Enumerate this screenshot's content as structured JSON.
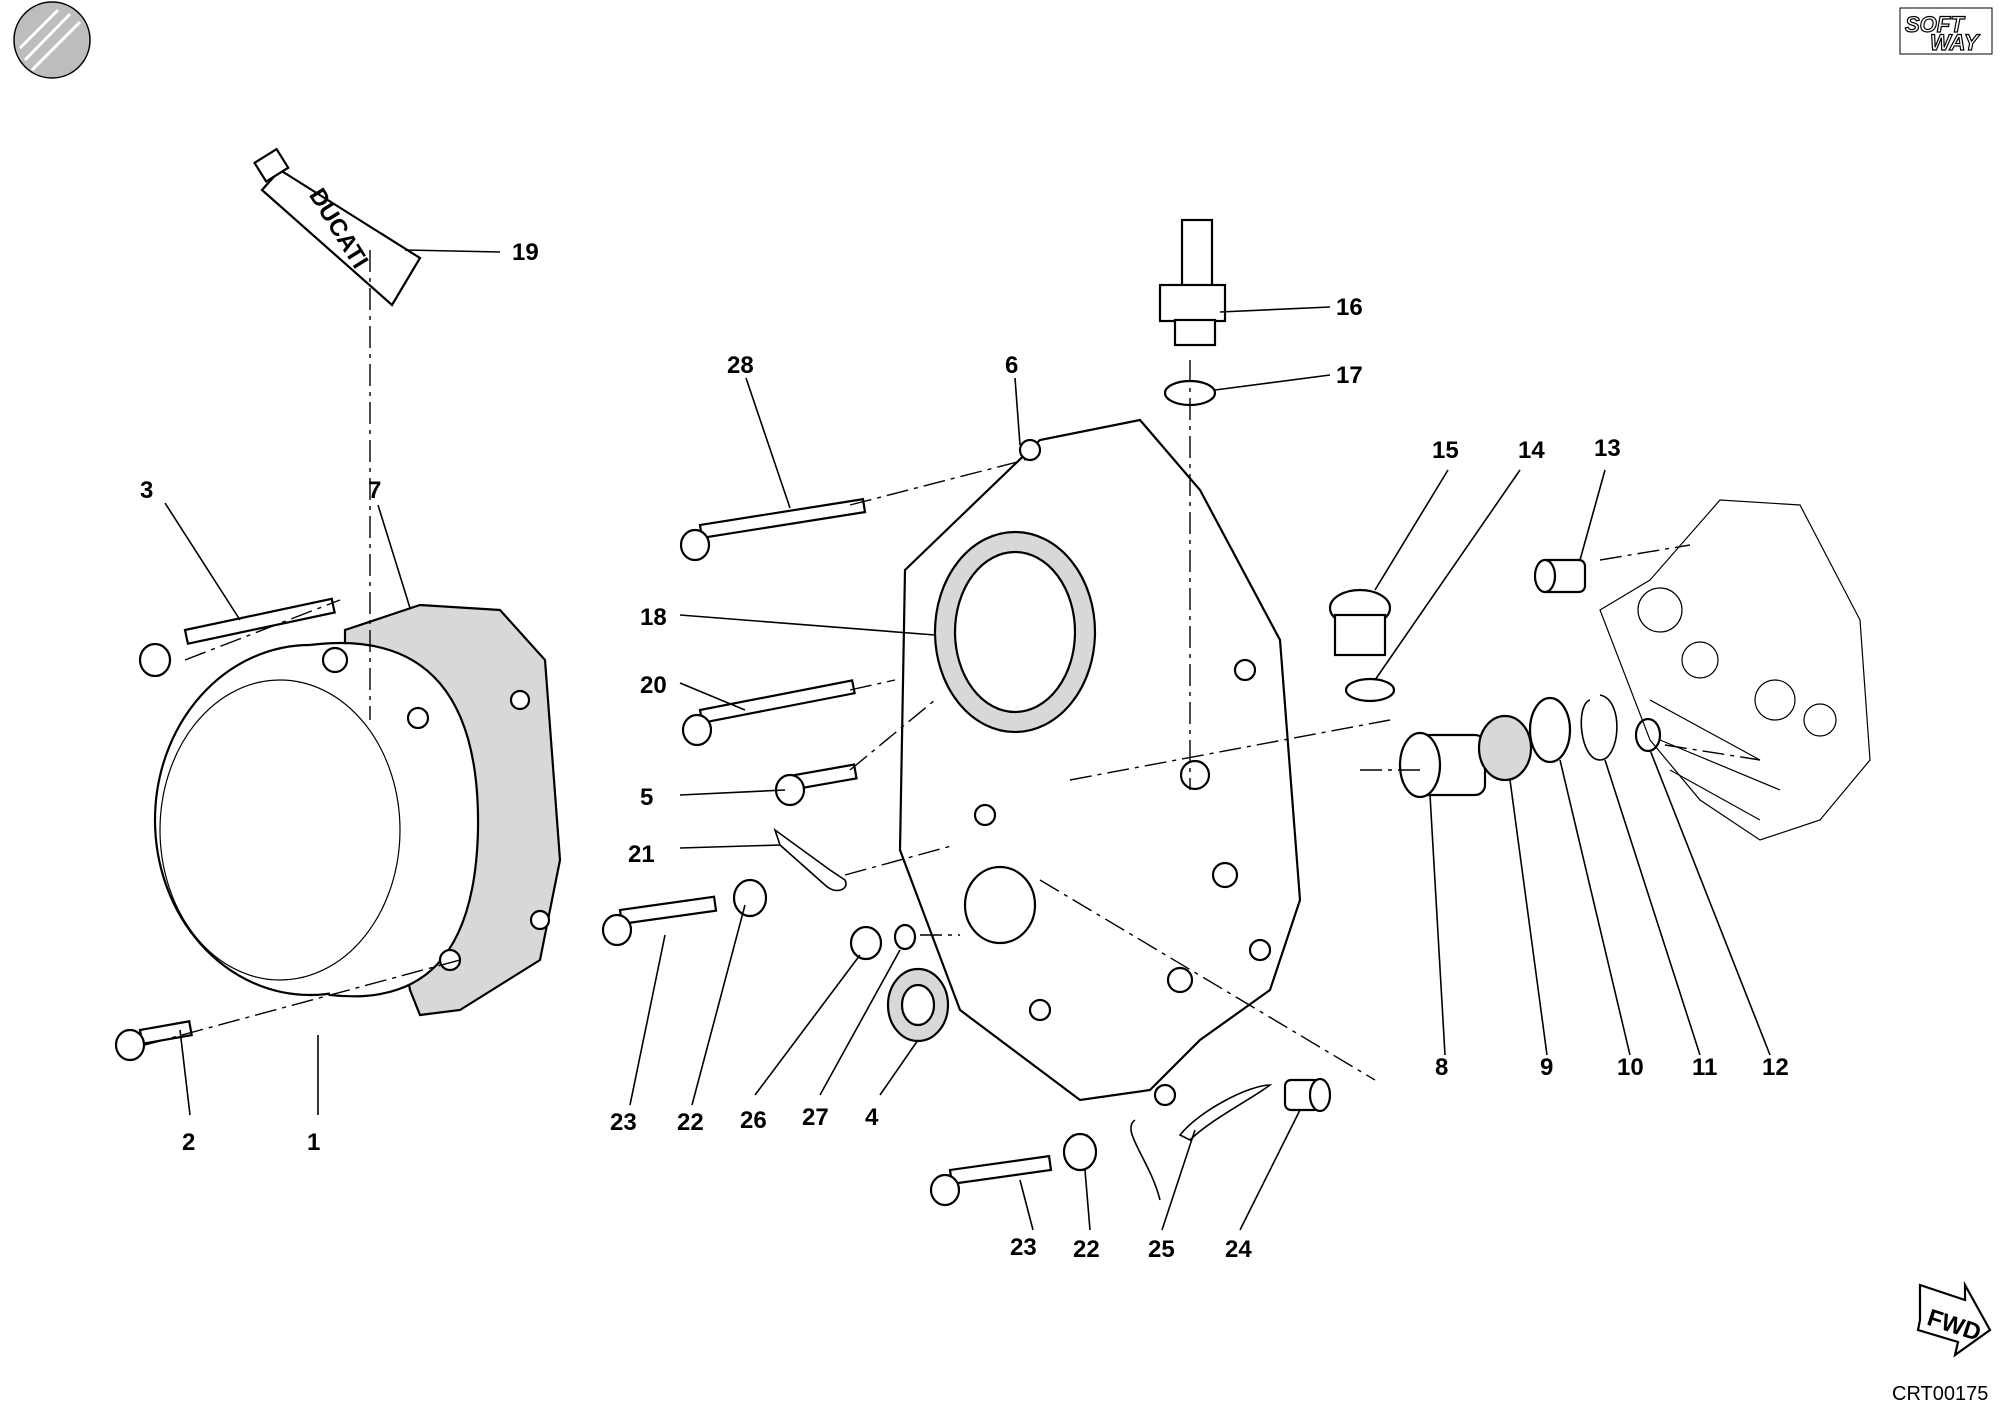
{
  "diagram": {
    "code": "CRT00175",
    "brand_logo_lines": [
      "SOFT",
      "WAY"
    ],
    "tube_text": "DUCATI",
    "fwd_text": "FWD",
    "labels": [
      {
        "id": "l1",
        "text": "1"
      },
      {
        "id": "l2",
        "text": "2"
      },
      {
        "id": "l3",
        "text": "3"
      },
      {
        "id": "l4",
        "text": "4"
      },
      {
        "id": "l5",
        "text": "5"
      },
      {
        "id": "l6",
        "text": "6"
      },
      {
        "id": "l7",
        "text": "7"
      },
      {
        "id": "l8",
        "text": "8"
      },
      {
        "id": "l9",
        "text": "9"
      },
      {
        "id": "l10",
        "text": "10"
      },
      {
        "id": "l11",
        "text": "11"
      },
      {
        "id": "l12",
        "text": "12"
      },
      {
        "id": "l13",
        "text": "13"
      },
      {
        "id": "l14",
        "text": "14"
      },
      {
        "id": "l15",
        "text": "15"
      },
      {
        "id": "l16",
        "text": "16"
      },
      {
        "id": "l17",
        "text": "17"
      },
      {
        "id": "l18",
        "text": "18"
      },
      {
        "id": "l19",
        "text": "19"
      },
      {
        "id": "l20",
        "text": "20"
      },
      {
        "id": "l21",
        "text": "21"
      },
      {
        "id": "l22a",
        "text": "22"
      },
      {
        "id": "l22b",
        "text": "22"
      },
      {
        "id": "l23a",
        "text": "23"
      },
      {
        "id": "l23b",
        "text": "23"
      },
      {
        "id": "l24",
        "text": "24"
      },
      {
        "id": "l25",
        "text": "25"
      },
      {
        "id": "l26",
        "text": "26"
      },
      {
        "id": "l27",
        "text": "27"
      },
      {
        "id": "l28",
        "text": "28"
      }
    ]
  }
}
